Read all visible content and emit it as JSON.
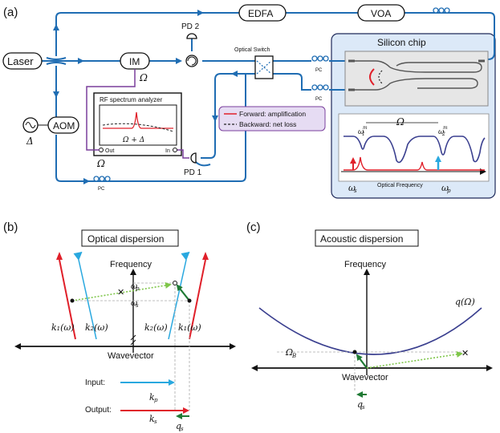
{
  "panel_labels": {
    "a": "(a)",
    "b": "(b)",
    "c": "(c)"
  },
  "setup": {
    "laser": "Laser",
    "edfa": "EDFA",
    "voa": "VOA",
    "pd2": "PD 2",
    "pd1": "PD 1",
    "im": "IM",
    "im_omega": "Ω",
    "aom": "AOM",
    "delta": "Δ",
    "optical_switch": "Optical Switch",
    "pc": "PC",
    "rf_title": "RF spectrum analyzer",
    "rf_peak": "Ω + Δ",
    "rf_out": "Out",
    "rf_in": "In",
    "rf_omega": "Ω",
    "chip_title": "Silicon chip",
    "spectrum_omega": "Ω",
    "omega1": "ω",
    "omega1_sub": "1",
    "omega1_sup": "m",
    "omega2": "ω",
    "omega2_sub": "2",
    "omega2_sup": "m",
    "omega_s": "ω",
    "omega_s_sub": "s",
    "omega_p": "ω",
    "omega_p_sub": "p",
    "optical_frequency": "Optical Frequency",
    "legend_forward": "Forward: amplification",
    "legend_backward": "Backward: net loss"
  },
  "optical": {
    "title": "Optical dispersion",
    "y_axis": "Frequency",
    "x_axis": "Wavevector",
    "wp": "ω",
    "wp_sub": "p",
    "ws": "ω",
    "ws_sub": "s",
    "k1_left": "k₁(ω)",
    "k2_left": "k₂(ω)",
    "k2_right": "k₂(ω)",
    "k1_right": "k₁(ω)",
    "input": "Input:",
    "output": "Output:",
    "kp": "k",
    "kp_sub": "p",
    "ks": "k",
    "ks_sub": "s",
    "qs": "q",
    "qs_sub": "s"
  },
  "acoustic": {
    "title": "Acoustic dispersion",
    "y_axis": "Frequency",
    "x_axis": "Wavevector",
    "curve": "q(Ω)",
    "omega_b": "Ω",
    "omega_b_sub": "B",
    "qs": "q",
    "qs_sub": "s"
  },
  "colors": {
    "fiber": "#1f6db3",
    "rf": "#7a3f9c",
    "red": "#e0202a",
    "cyan": "#29a8df",
    "navy": "#3a3f8f",
    "green": "#1f7a34",
    "chip_bg": "#dce9f8"
  }
}
